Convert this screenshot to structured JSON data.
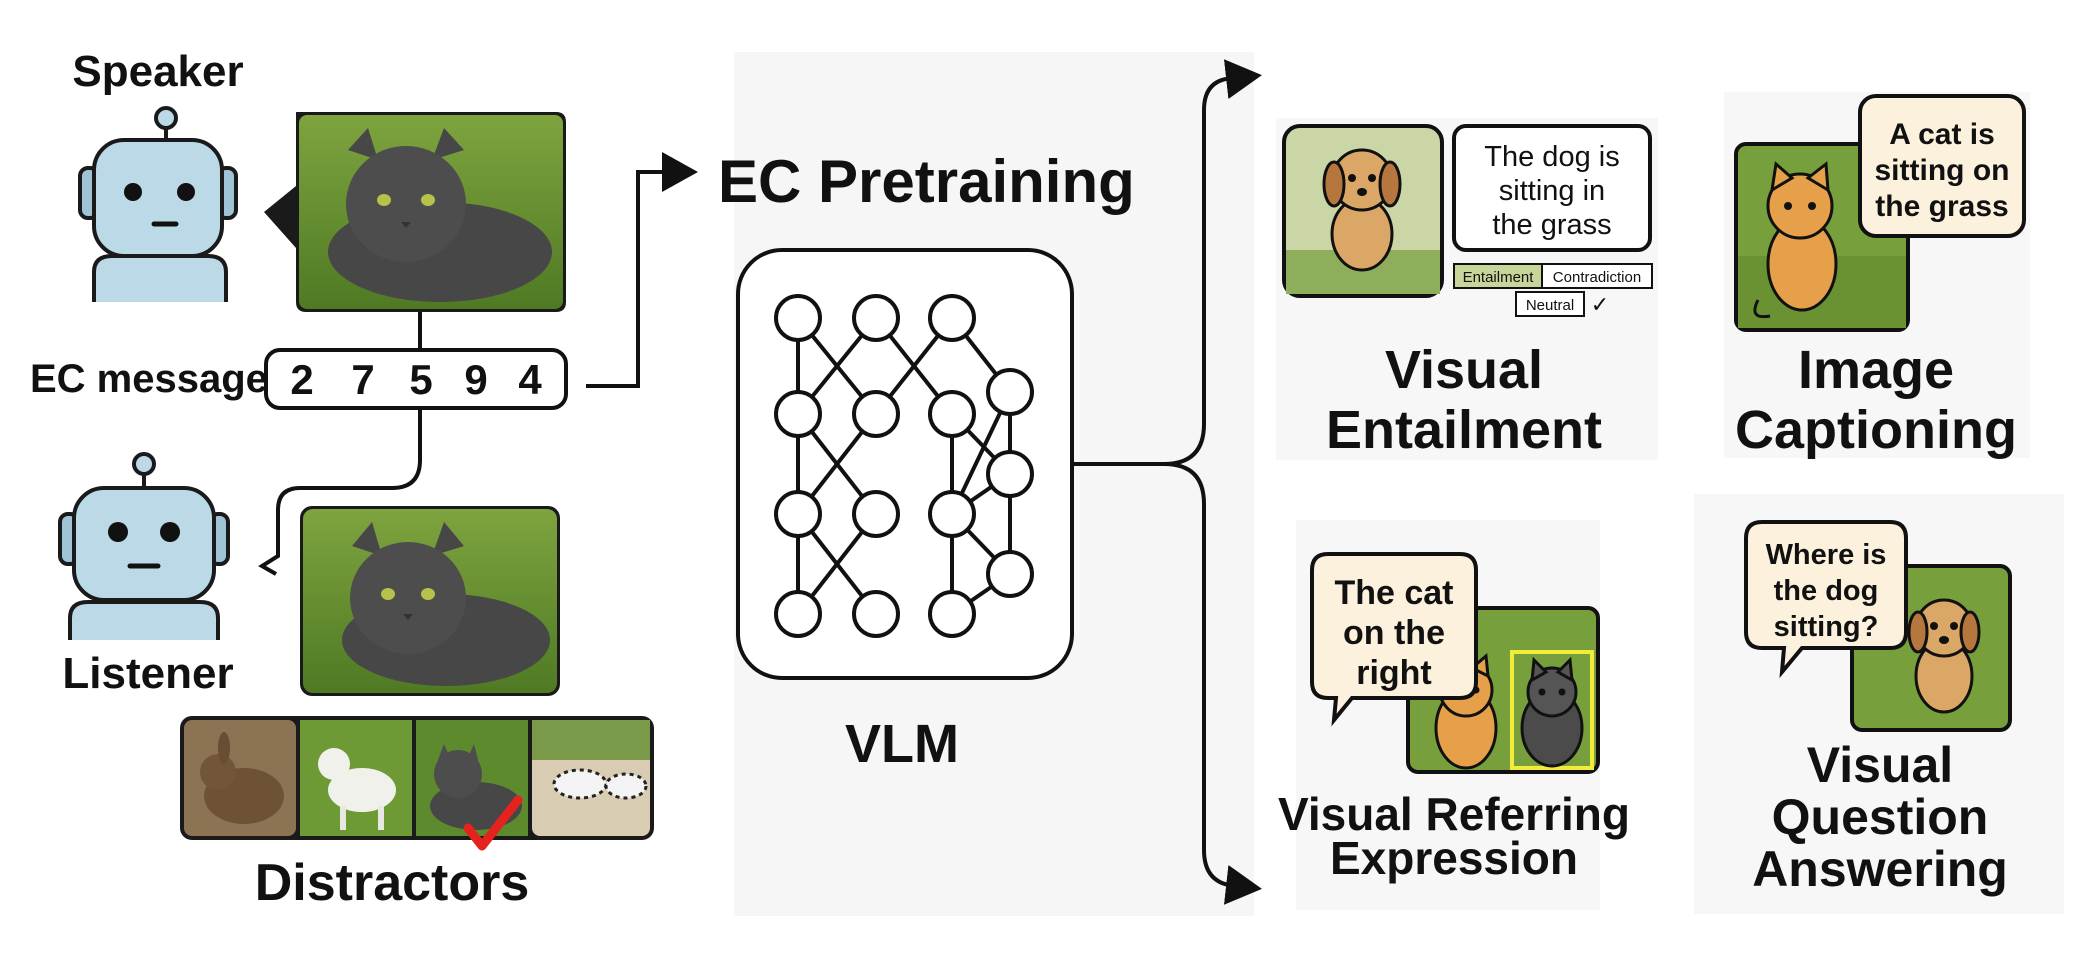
{
  "left": {
    "speaker_label": "Speaker",
    "listener_label": "Listener",
    "message_label": "EC message",
    "message_digits": [
      "2",
      "7",
      "5",
      "9",
      "4"
    ],
    "distractors_label": "Distractors"
  },
  "center": {
    "pretraining_label": "EC Pretraining",
    "vlm_label": "VLM"
  },
  "tasks": {
    "visual_entailment": {
      "title_line1": "Visual",
      "title_line2": "Entailment",
      "caption_line1": "The dog is",
      "caption_line2": "sitting in",
      "caption_line3": "the grass",
      "option_entailment": "Entailment",
      "option_contradiction": "Contradiction",
      "option_neutral": "Neutral",
      "check_mark": "✓"
    },
    "image_captioning": {
      "title_line1": "Image",
      "title_line2": "Captioning",
      "caption_line1": "A cat is",
      "caption_line2": "sitting on",
      "caption_line3": "the grass"
    },
    "visual_referring": {
      "title_line1": "Visual Referring",
      "title_line2": "Expression",
      "bubble_line1": "The cat",
      "bubble_line2": "on the",
      "bubble_line3": "right"
    },
    "vqa": {
      "title_line1": "Visual",
      "title_line2": "Question",
      "title_line3": "Answering",
      "bubble_line1": "Where is",
      "bubble_line2": "the dog",
      "bubble_line3": "sitting?"
    }
  },
  "colors": {
    "robot_body": "#bcd9e8",
    "robot_stroke": "#1a1a1a",
    "grass": "#6f9a3a",
    "cat_gray": "#4b4b4b",
    "cat_orange": "#e6a04a",
    "dog_tan": "#dba766",
    "bubble_cream": "#fbf1dc",
    "highlight_yellow": "#f3ec3a",
    "check_red": "#e4231f",
    "entail_bg": "#c7d59a"
  }
}
